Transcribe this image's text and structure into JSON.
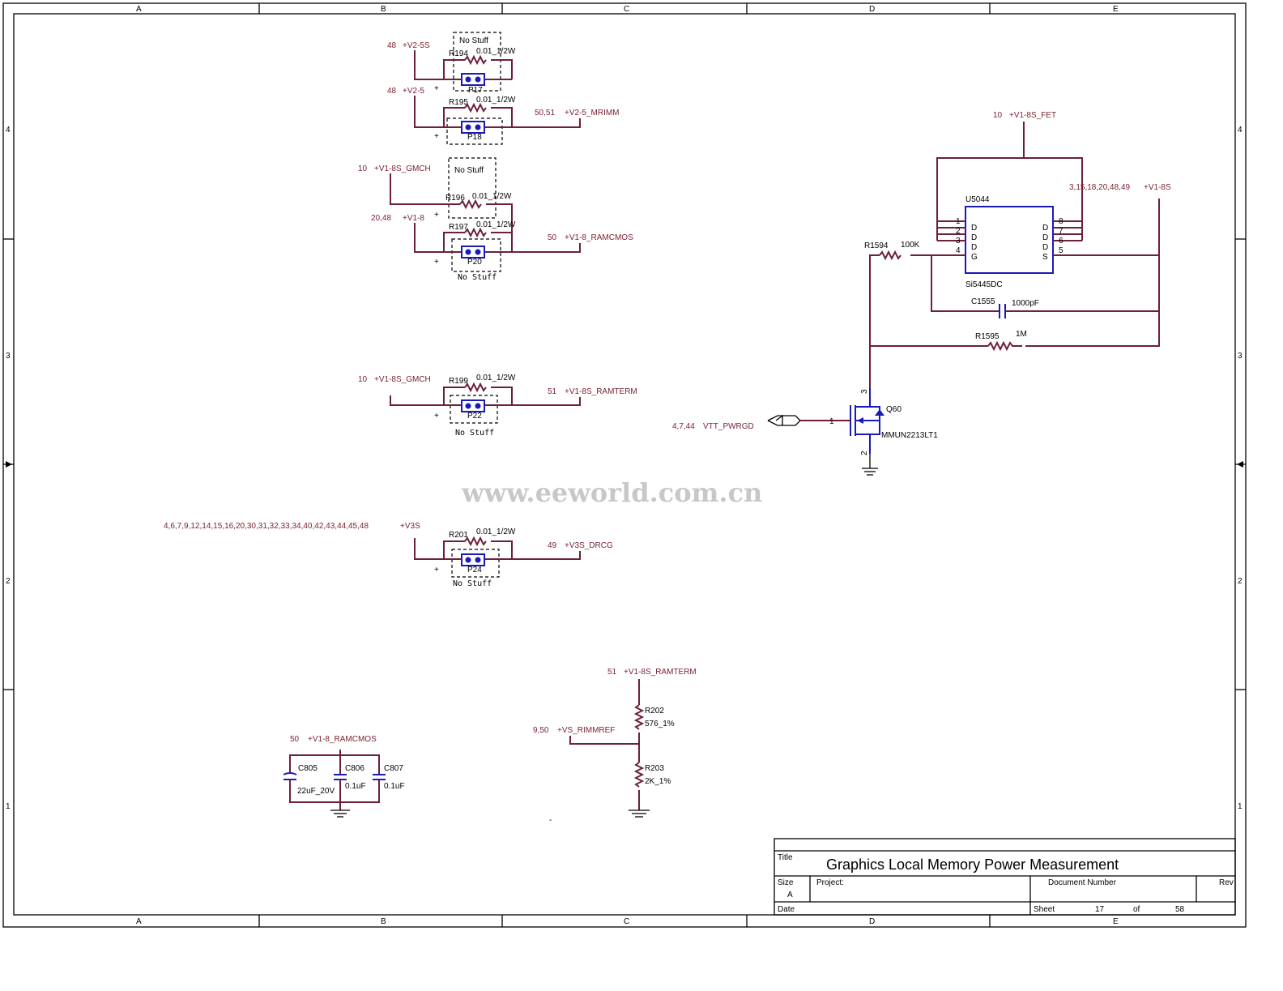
{
  "frame": {
    "columns": [
      "A",
      "B",
      "C",
      "D",
      "E"
    ],
    "rows": [
      "4",
      "3",
      "2",
      "1"
    ]
  },
  "watermark": "www.eeworld.com.cn",
  "shunts": [
    {
      "net_in_num": "48",
      "net_in": "+V2-5S",
      "ref": "R194",
      "value": "0.01_1/2W",
      "jumper": "P17",
      "top_note": "No Stuff"
    },
    {
      "net_in_num": "48",
      "net_in": "+V2-5",
      "ref": "R195",
      "value": "0.01_1/2W",
      "jumper": "P18",
      "out_num": "50,51",
      "net_out": "+V2-5_MRIMM"
    },
    {
      "net_in_num": "10",
      "net_in": "+V1-8S_GMCH",
      "ref": "R196",
      "value": "0.01_1/2W",
      "top_note": "No Stuff"
    },
    {
      "net_in_num": "20,48",
      "net_in": "+V1-8",
      "ref": "R197",
      "value": "0.01_1/2W",
      "jumper": "P20",
      "out_num": "50",
      "net_out": "+V1-8_RAMCMOS",
      "bottom_note": "No Stuff"
    },
    {
      "net_in_num": "10",
      "net_in": "+V1-8S_GMCH",
      "ref": "R199",
      "value": "0.01_1/2W",
      "jumper": "P22",
      "out_num": "51",
      "net_out": "+V1-8S_RAMTERM",
      "bottom_note": "No Stuff"
    },
    {
      "net_in_num": "4,6,7,9,12,14,15,16,20,30,31,32,33,34,40,42,43,44,45,48",
      "net_in": "+V3S",
      "ref": "R201",
      "value": "0.01_1/2W",
      "jumper": "P24",
      "out_num": "49",
      "net_out": "+V3S_DRCG",
      "bottom_note": "No Stuff"
    }
  ],
  "plus": "+",
  "fet_circuit": {
    "top_num": "10",
    "top_net": "+V1-8S_FET",
    "right_num": "3,15,18,20,48,49",
    "right_net": "+V1-8S",
    "ic_ref": "U5044",
    "ic_part": "Si5445DC",
    "pins_left": [
      "1",
      "2",
      "3",
      "4"
    ],
    "pins_left_names": [
      "D",
      "D",
      "D",
      "G"
    ],
    "pins_right": [
      "8",
      "7",
      "6",
      "5"
    ],
    "pins_right_names": [
      "D",
      "D",
      "D",
      "S"
    ],
    "r1594": "R1594",
    "r1594_val": "100K",
    "c1555": "C1555",
    "c1555_val": "1000pF",
    "r1595": "R1595",
    "r1595_val": "1M",
    "q_ref": "Q60",
    "q_part": "MMUN2213LT1",
    "q_pin1": "1",
    "q_pin2": "2",
    "q_pin3": "3",
    "in_num": "4,7,44",
    "in_net": "VTT_PWRGD"
  },
  "divider": {
    "top_num": "51",
    "top_net": "+V1-8S_RAMTERM",
    "r202": "R202",
    "r202_val": "576_1%",
    "mid_num": "9,50",
    "mid_net": "+VS_RIMMREF",
    "r203": "R203",
    "r203_val": "2K_1%"
  },
  "decoupling": {
    "net_num": "50",
    "net": "+V1-8_RAMCMOS",
    "caps": [
      {
        "ref": "C805",
        "value": "22uF_20V"
      },
      {
        "ref": "C806",
        "value": "0.1uF"
      },
      {
        "ref": "C807",
        "value": "0.1uF"
      }
    ]
  },
  "title_block": {
    "title_label": "Title",
    "title": "Graphics Local Memory Power Measurement",
    "size_label": "Size",
    "size": "A",
    "project_label": "Project:",
    "docnum_label": "Document Number",
    "rev_label": "Rev",
    "date_label": "Date",
    "sheet_label": "Sheet",
    "sheet": "17",
    "of_label": "of",
    "total": "58",
    "dash_mark": "-"
  }
}
